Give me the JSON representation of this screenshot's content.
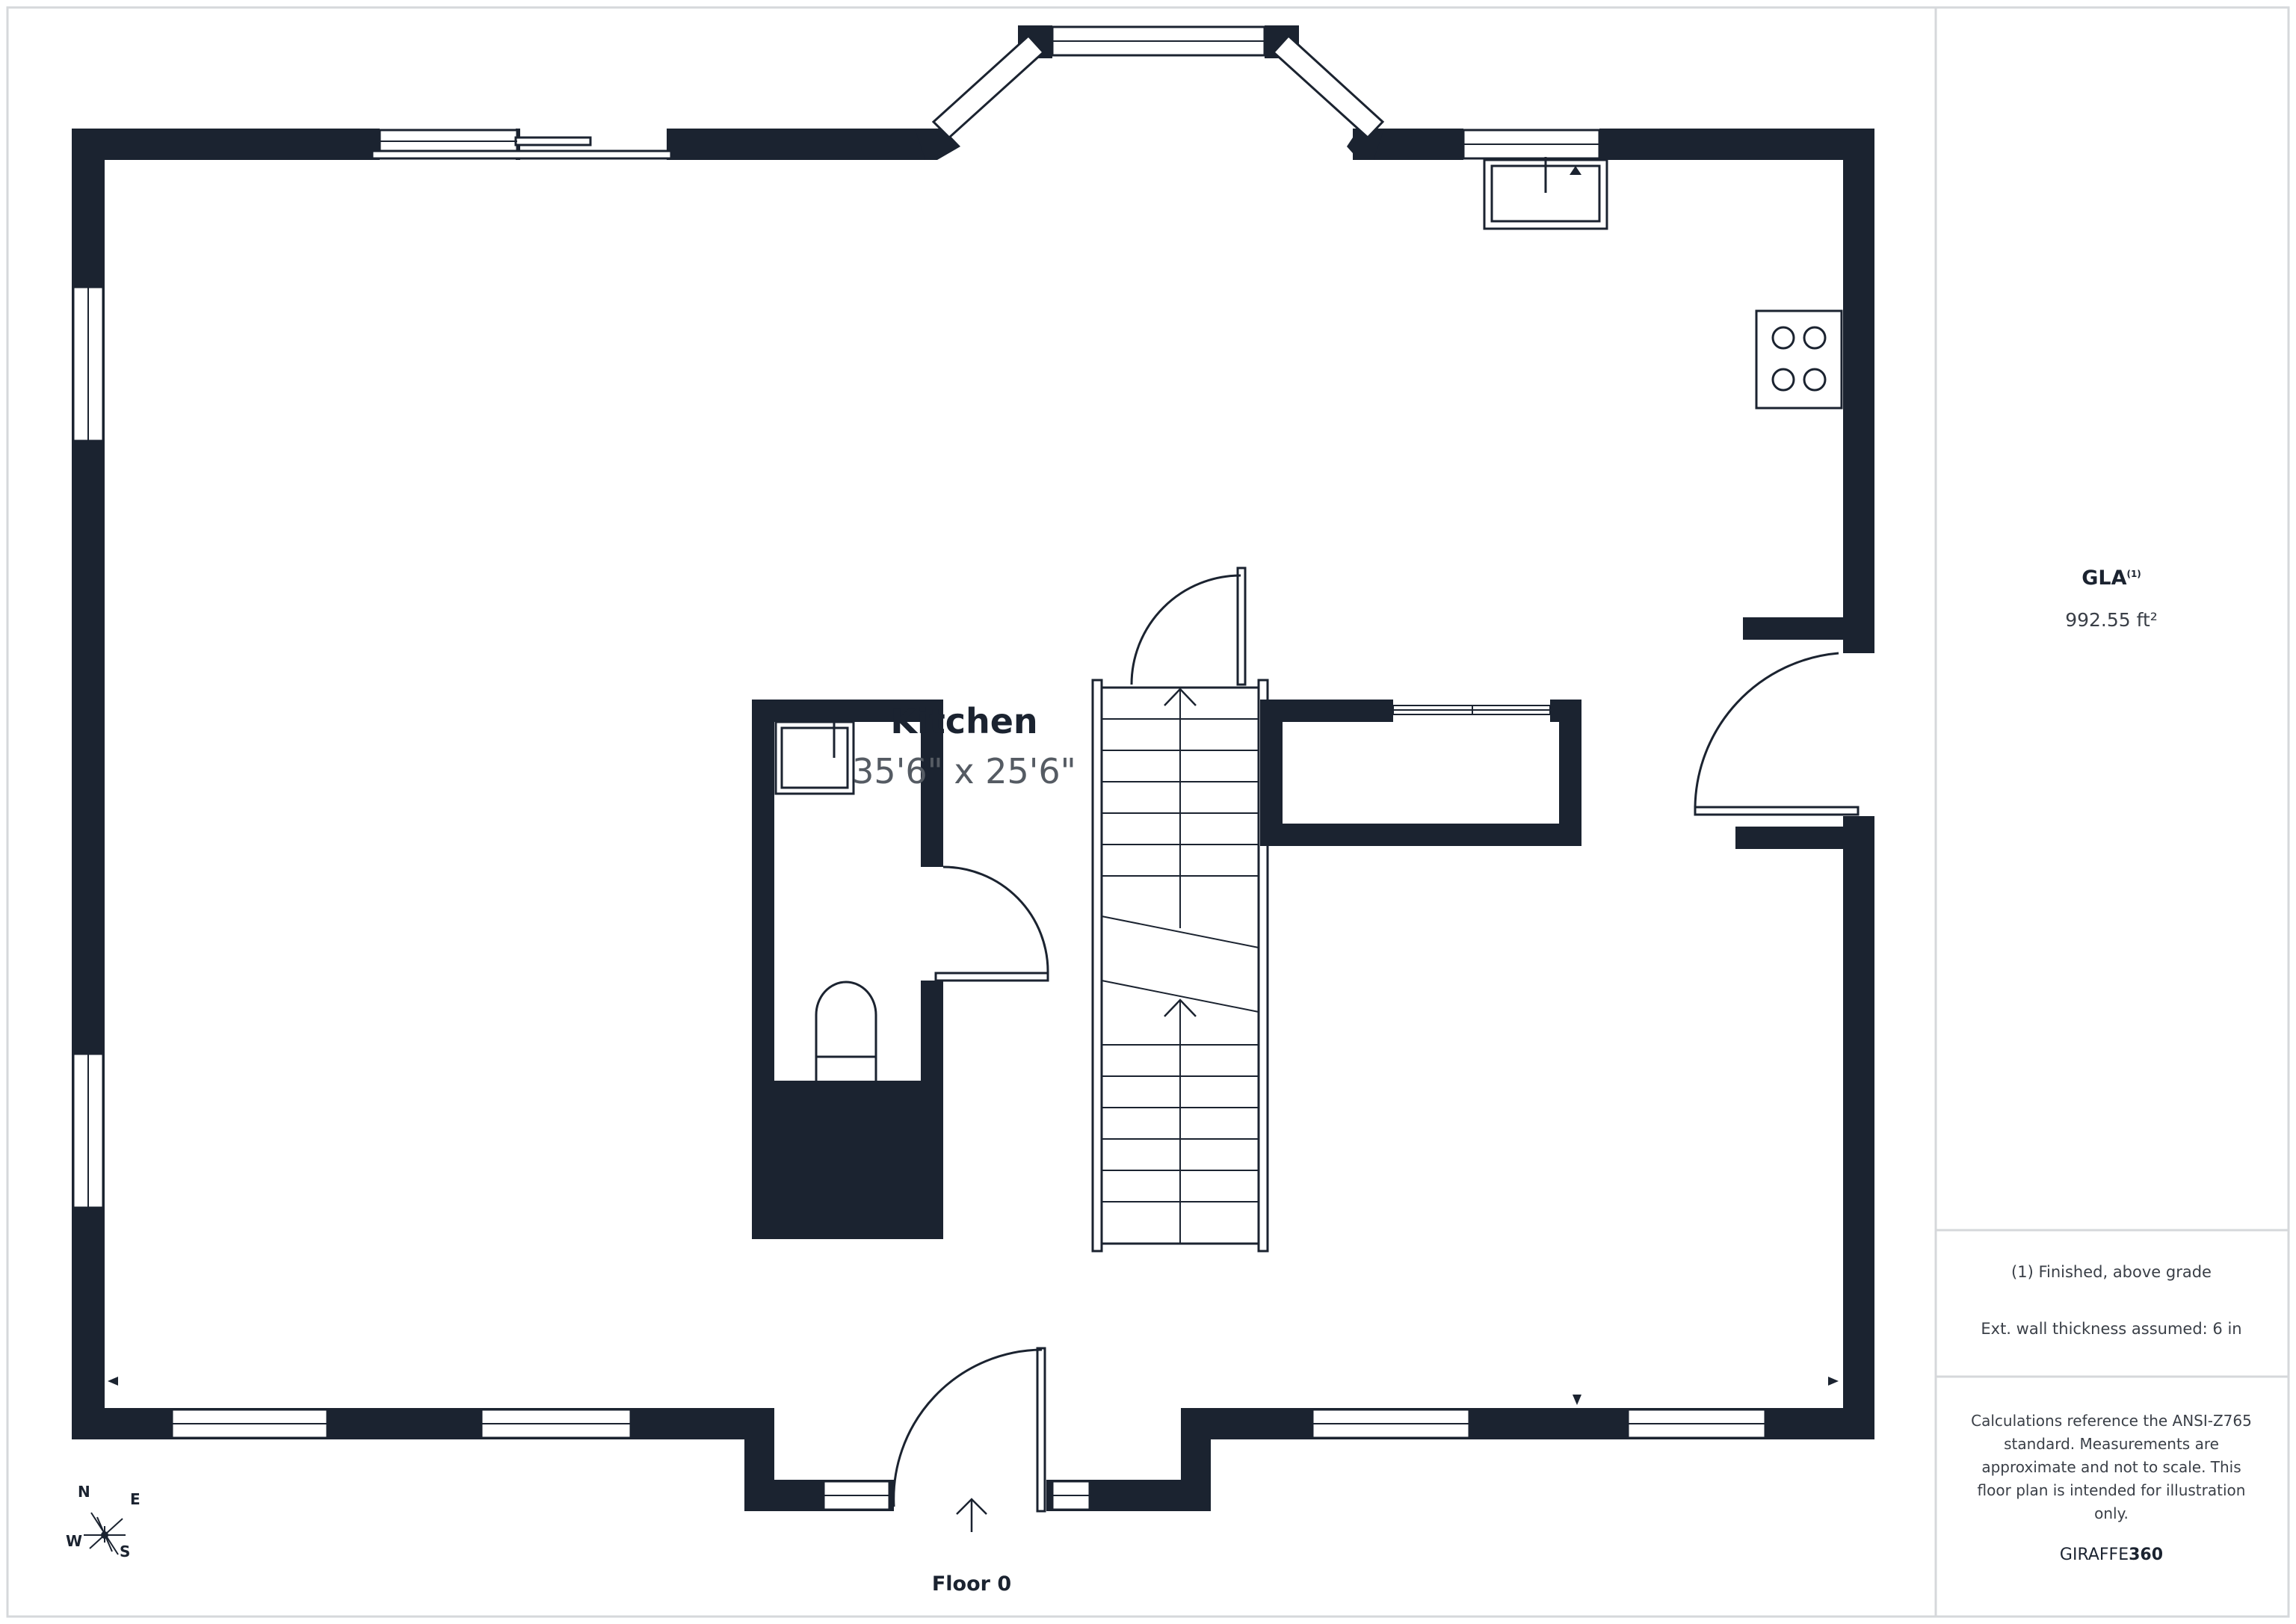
{
  "room": {
    "name": "Kitchen",
    "dimensions": "35'6\" x 25'6\""
  },
  "floor": {
    "label": "Floor 0"
  },
  "sidebar": {
    "gla_label": "GLA",
    "gla_superscript": "(1)",
    "gla_value": "992.55 ft²",
    "note_finished": "(1) Finished, above grade",
    "note_wall": "Ext. wall thickness assumed: 6 in",
    "note_calc": "Calculations reference the ANSI-Z765 standard. Measurements are approximate and not to scale. This floor plan is intended for illustration only.",
    "brand_prefix": "GIRAFFE",
    "brand_suffix": "360"
  },
  "compass": {
    "north": "N",
    "east": "E",
    "south": "S",
    "west": "W"
  },
  "colors": {
    "wall": "#1b2330",
    "line": "#1b2330",
    "border": "#d6d8db",
    "text_muted": "#3a3f47"
  },
  "icons": [
    "compass-icon",
    "stove-icon",
    "sink-icon",
    "toilet-icon",
    "entry-arrow-icon",
    "stair-arrow-icon"
  ]
}
